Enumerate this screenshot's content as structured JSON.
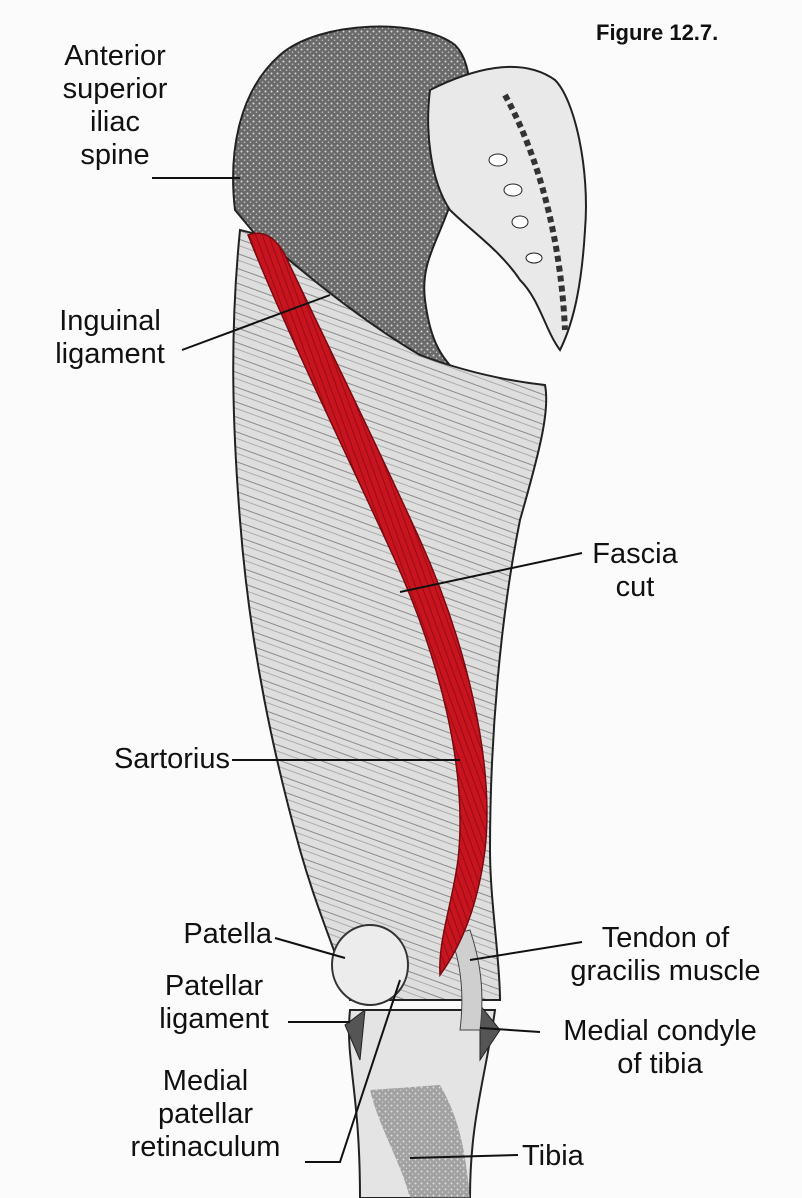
{
  "figure": {
    "title": "Figure  12.7."
  },
  "colors": {
    "muscle": "#c8141e",
    "ink": "#111111",
    "bone": "#4a4a4a",
    "paper": "#fbfbfb"
  },
  "labels": {
    "asis": [
      "Anterior",
      "superior",
      "iliac",
      "spine"
    ],
    "inguinal": [
      "Inguinal",
      "ligament"
    ],
    "fascia": [
      "Fascia",
      "cut"
    ],
    "sartorius": [
      "Sartorius"
    ],
    "patella": [
      "Patella"
    ],
    "patellar_ligament": [
      "Patellar",
      "ligament"
    ],
    "medial_retinaculum": [
      "Medial",
      "patellar",
      "retinaculum"
    ],
    "gracilis": [
      "Tendon of",
      "gracilis muscle"
    ],
    "medial_condyle": [
      "Medial condyle",
      "of tibia"
    ],
    "tibia": [
      "Tibia"
    ]
  }
}
